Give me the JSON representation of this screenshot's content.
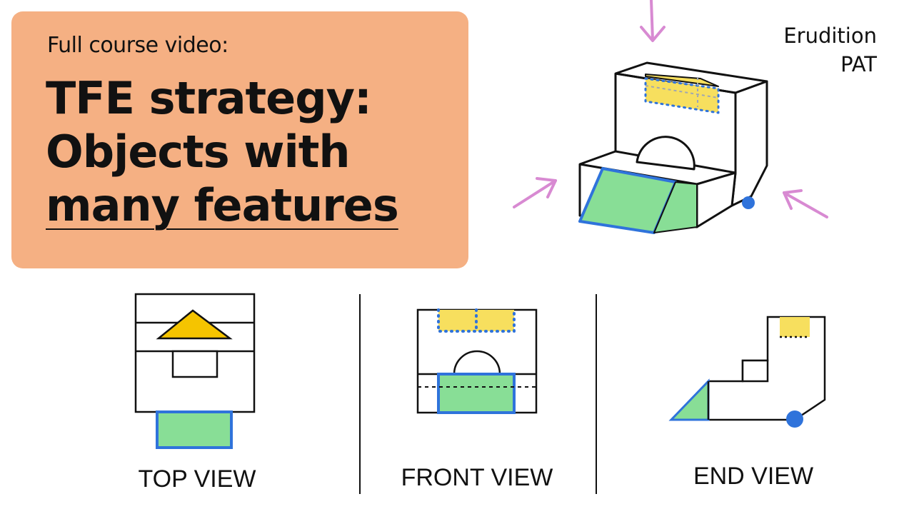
{
  "card": {
    "subtitle": "Full course video:",
    "title_lines": [
      "TFE strategy:",
      "Objects with",
      "many features"
    ]
  },
  "brand": {
    "line1": "Erudition",
    "line2": "PAT"
  },
  "views": {
    "top": "TOP VIEW",
    "front": "FRONT VIEW",
    "end": "END VIEW"
  },
  "colors": {
    "card_bg": "#f5b083",
    "yellow_fill": "#f7df5e",
    "green_fill": "#88de96",
    "blue_stroke": "#2f73db",
    "blue_dot": "#2f73db",
    "arrow": "#d88ad2",
    "triangle_fill": "#f5c400"
  },
  "icons": [
    "arrow-down-icon",
    "arrow-up-right-icon",
    "arrow-up-left-icon"
  ]
}
